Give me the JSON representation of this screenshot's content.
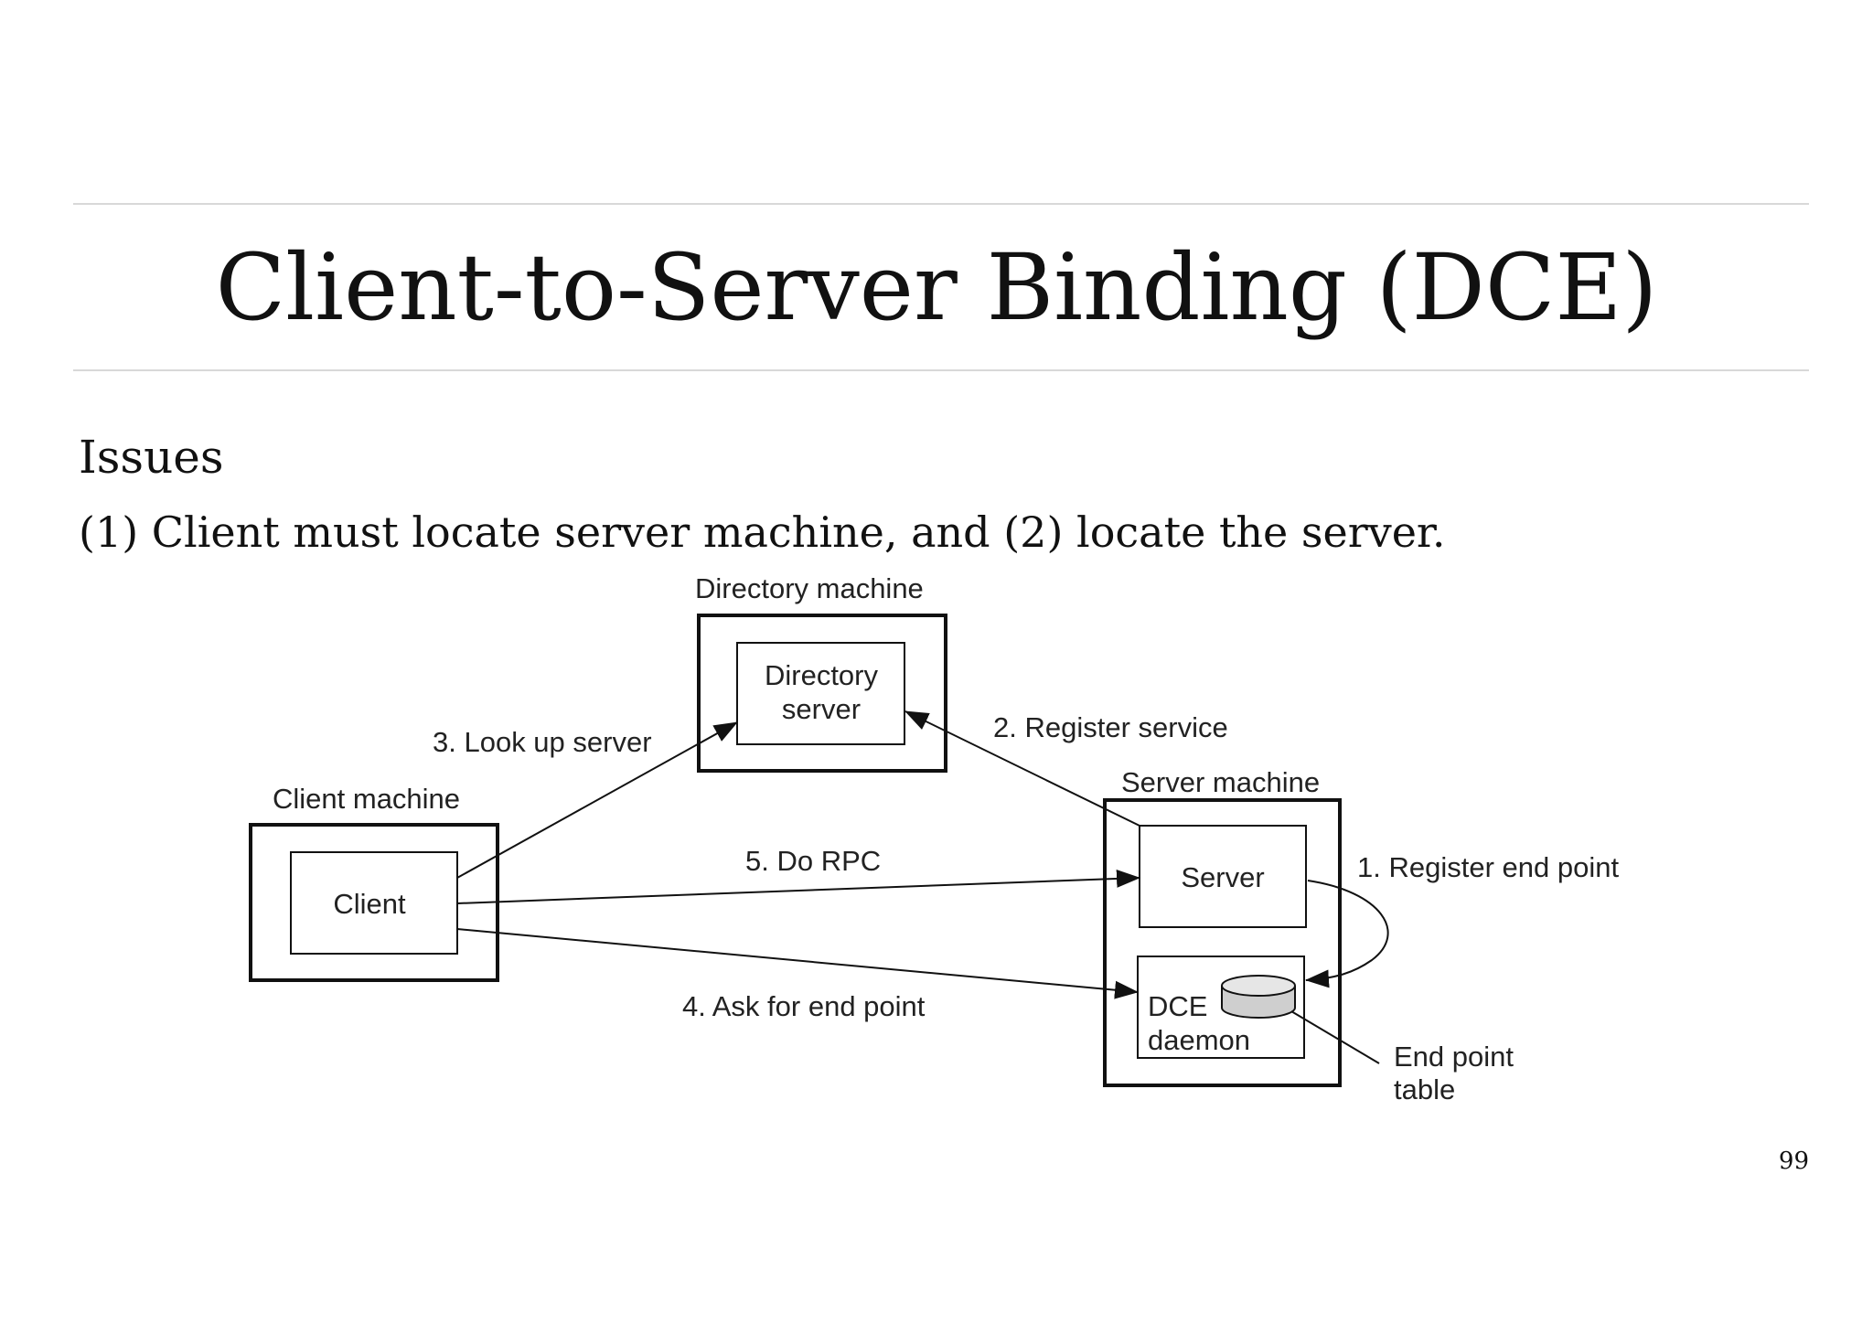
{
  "slide": {
    "title": "Client-to-Server Binding (DCE)",
    "heading": "Issues",
    "issue": "(1) Client must locate server machine, and (2) locate the server.",
    "page_number": "99"
  },
  "diagram": {
    "directory_machine": {
      "label": "Directory machine",
      "inner": [
        "Directory",
        "server"
      ]
    },
    "client_machine": {
      "label": "Client machine",
      "inner": "Client"
    },
    "server_machine": {
      "label": "Server machine",
      "server": "Server",
      "daemon": [
        "DCE",
        "daemon"
      ]
    },
    "end_point_table": [
      "End point",
      "table"
    ],
    "steps": {
      "register_end_point": "1. Register end point",
      "register_service": "2. Register service",
      "look_up_server": "3. Look up server",
      "ask_for_end_point": "4. Ask for end point",
      "do_rpc": "5. Do RPC"
    }
  }
}
